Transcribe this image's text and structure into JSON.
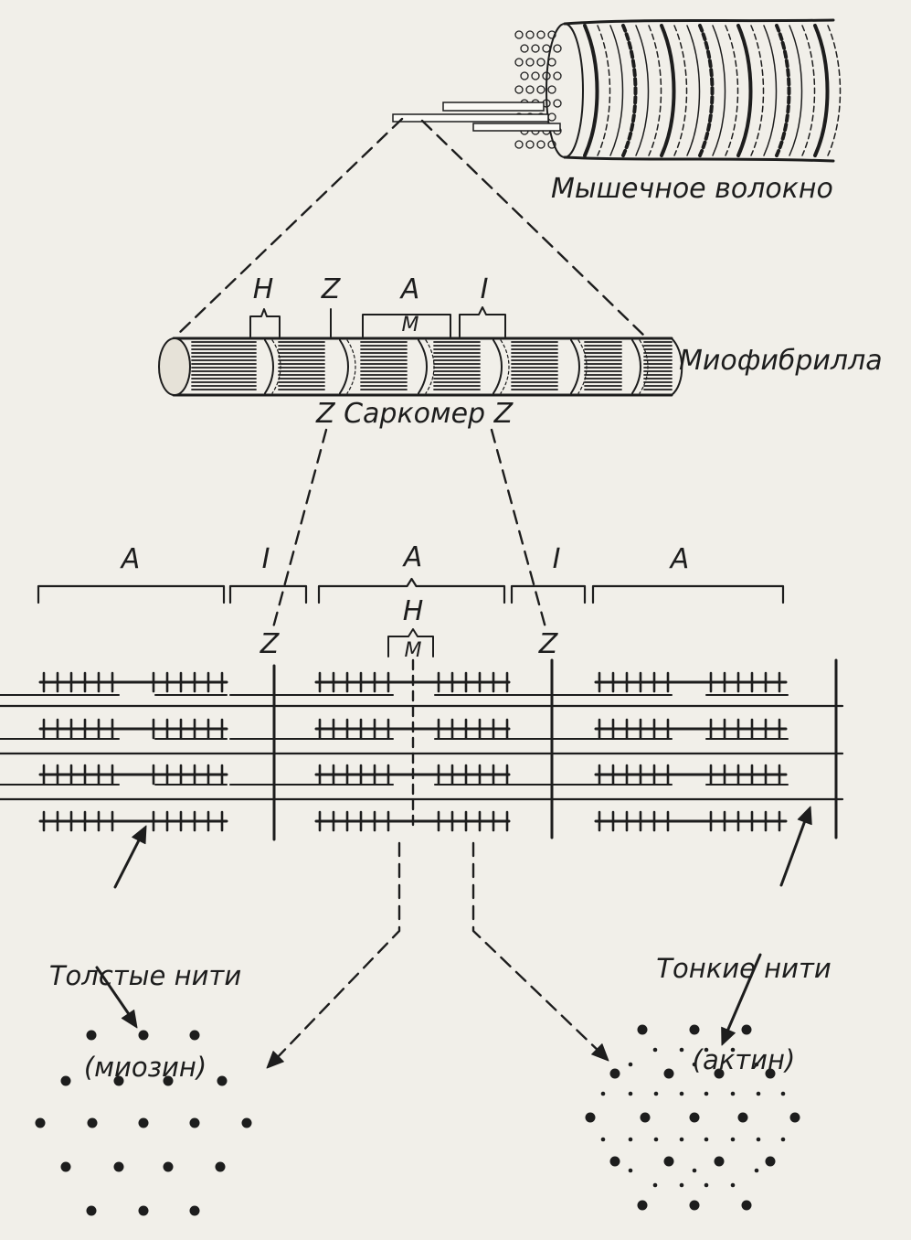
{
  "labels": {
    "muscle_fiber": "Мышечное волокно",
    "myofibril": "Миофибрилла",
    "sarcomere": "Z Саркомер Z",
    "top_H": "H",
    "top_Z": "Z",
    "top_A": "A",
    "top_M": "M",
    "top_I": "I",
    "band_A1": "A",
    "band_I1": "I",
    "band_A2": "A",
    "band_I2": "I",
    "band_A3": "A",
    "band_H": "H",
    "band_M": "M",
    "band_Z1": "Z",
    "band_Z2": "Z",
    "thick": "Толстые нити",
    "thick_sub": "(миозин)",
    "thin": "Тонкие нити",
    "thin_sub": "(актин)"
  },
  "colors": {
    "ink": "#1d1d1d",
    "paper": "#f1efe9"
  }
}
